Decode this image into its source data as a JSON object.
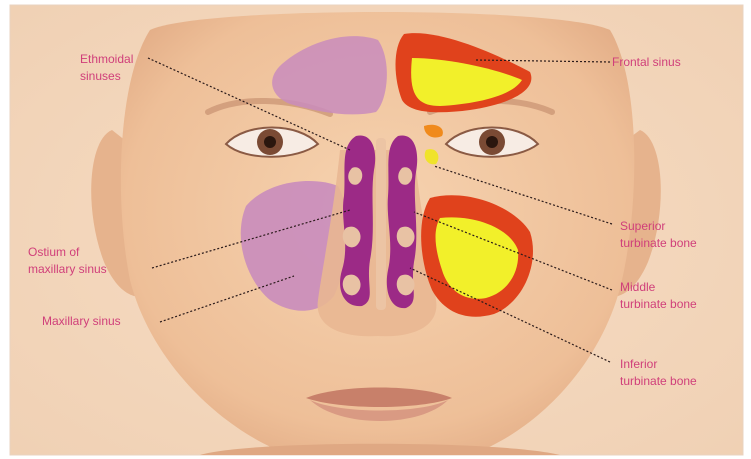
{
  "labels": {
    "ethmoidal": [
      "Ethmoidal",
      "sinuses"
    ],
    "frontal": [
      "Frontal sinus"
    ],
    "ostium": [
      "Ostium of",
      "maxillary sinus"
    ],
    "maxillary": [
      "Maxillary sinus"
    ],
    "superior": [
      "Superior",
      "turbinate bone"
    ],
    "middle": [
      "Middle",
      "turbinate bone"
    ],
    "inferior": [
      "Inferior",
      "turbinate bone"
    ]
  },
  "colors": {
    "label_text": "#d03f7a",
    "skin": "#f1c7a1",
    "sinus_purple": "#c781b6",
    "turbinate_purple": "#9c2a86",
    "frontal_red": "#e0421c",
    "sinus_yellow": "#f0f02a",
    "leader_line": "#2a1a1a"
  }
}
